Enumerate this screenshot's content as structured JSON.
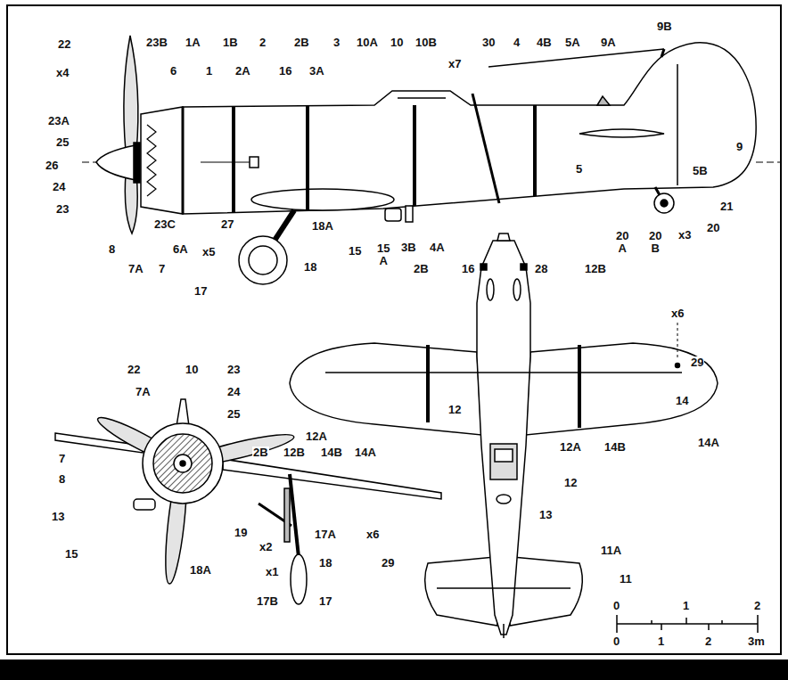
{
  "diagram": {
    "labels": [
      "22",
      "x4",
      "23B",
      "1A",
      "1B",
      "2",
      "2B",
      "3",
      "10A",
      "10",
      "10B",
      "x7",
      "30",
      "4",
      "4B",
      "5A",
      "9A",
      "9B",
      "6",
      "1",
      "2A",
      "16",
      "3A",
      "23A",
      "25",
      "26",
      "24",
      "23",
      "23C",
      "27",
      "18A",
      "15",
      "15 A",
      "3B",
      "4A",
      "5",
      "20 A",
      "20 B",
      "x3",
      "20",
      "21",
      "5B",
      "9",
      "18",
      "17",
      "7",
      "7A",
      "8",
      "6A",
      "x5",
      "2B",
      "16",
      "28",
      "12B",
      "x6",
      "29",
      "12",
      "14",
      "14A",
      "13",
      "12A",
      "12",
      "14B",
      "11A",
      "11",
      "22",
      "7A",
      "10",
      "23",
      "24",
      "25",
      "7",
      "8",
      "13",
      "15",
      "12A",
      "2B",
      "12B",
      "14B",
      "14A",
      "19",
      "x2",
      "18A",
      "17A",
      "x1",
      "18",
      "x6",
      "29",
      "17B",
      "17",
      "0",
      "1",
      "2",
      "0",
      "1",
      "2",
      "3m"
    ]
  }
}
